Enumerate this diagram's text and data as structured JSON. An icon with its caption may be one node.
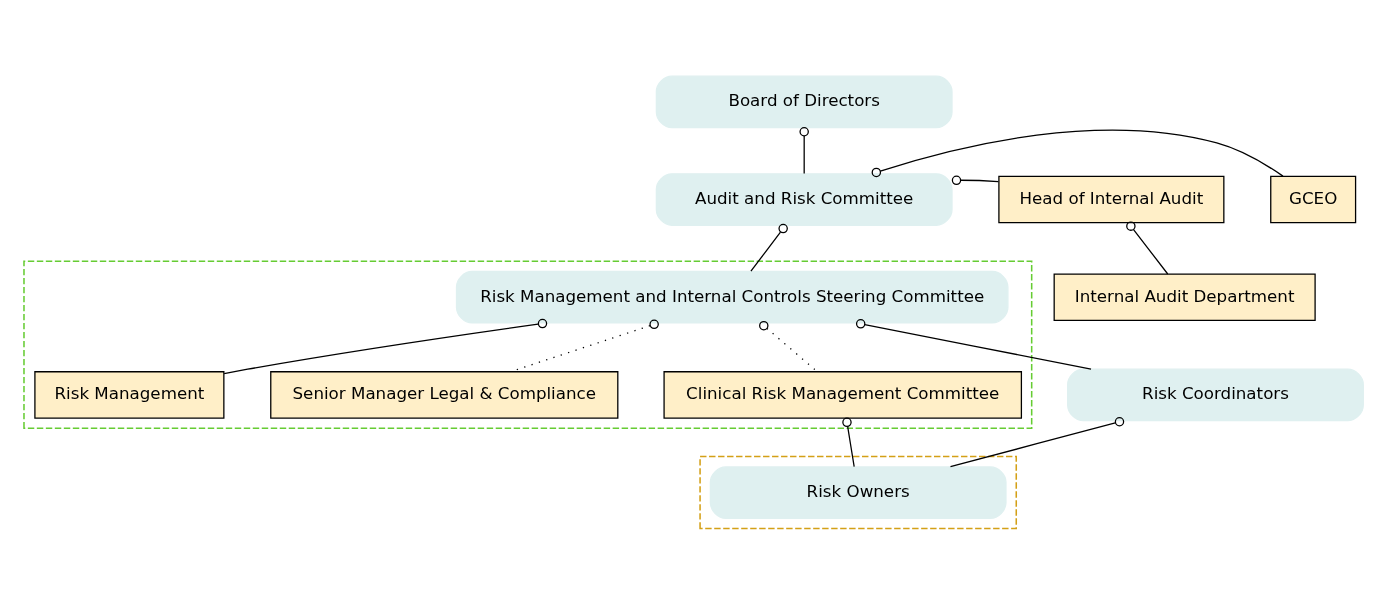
{
  "diagram": {
    "nodes": [
      {
        "text": [
          "Board of Directors"
        ]
      },
      {
        "text": [
          "GCEO"
        ]
      },
      {
        "text": [
          "Audit and Risk Committee"
        ]
      },
      {
        "text": [
          "Head of Internal Audit"
        ]
      },
      {
        "text": [],
        "shape": "box"
      },
      {
        "text": [
          "Risk Management"
        ],
        "in": 4
      },
      {
        "text": [
          "Risk Management and Internal Controls Steering Committee"
        ],
        "in": 4
      },
      {
        "text": [
          "Senior Manager Legal & Compliance"
        ],
        "in": 4
      },
      {
        "text": [
          "Clinical Risk Management Committee"
        ],
        "in": 4
      },
      {
        "text": [
          "Risk Coordinators"
        ]
      },
      {
        "text": [],
        "shape": "box"
      },
      {
        "text": [
          "Risk Owners"
        ],
        "in": 10
      },
      {
        "text": [
          "Internal Audit Department"
        ]
      }
    ],
    "edges": [
      {
        "from": 0,
        "to": 2,
        "arrow": "other"
      },
      {
        "from": 2,
        "to": 1,
        "arrow": "other"
      },
      {
        "from": 2,
        "to": 3,
        "arrow": "other"
      },
      {
        "from": 2,
        "to": 6,
        "arrow": "other"
      },
      {
        "from": 6,
        "to": 5,
        "arrow": "other"
      },
      {
        "from": 6,
        "to": 7,
        "arrow": "other",
        "style": "dashed"
      },
      {
        "from": 6,
        "to": 8,
        "arrow": "other",
        "style": "dashed"
      },
      {
        "from": 6,
        "to": 9,
        "arrow": "other"
      },
      {
        "from": 9,
        "to": 11,
        "arrow": "other"
      },
      {
        "from": 8,
        "to": 11,
        "arrow": "other"
      },
      {
        "from": 3,
        "to": 12,
        "arrow": "other"
      }
    ]
  }
}
